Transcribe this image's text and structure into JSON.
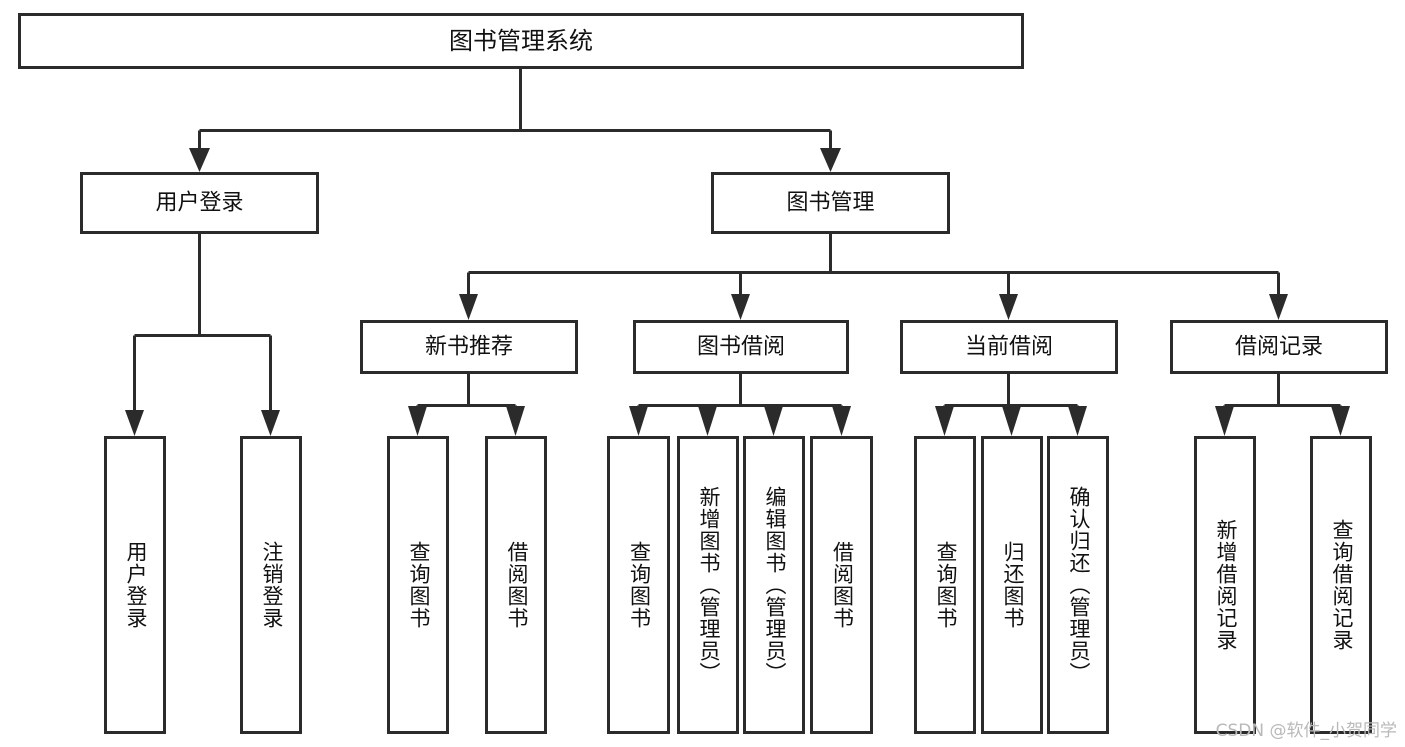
{
  "diagram": {
    "type": "tree",
    "title": "图书管理系统",
    "root": {
      "id": "root",
      "label": "图书管理系统"
    },
    "level2": [
      {
        "id": "user-login",
        "label": "用户登录"
      },
      {
        "id": "book-manage",
        "label": "图书管理"
      }
    ],
    "level3": [
      {
        "id": "new-book-recommend",
        "label": "新书推荐",
        "parent": "book-manage"
      },
      {
        "id": "book-borrow",
        "label": "图书借阅",
        "parent": "book-manage"
      },
      {
        "id": "current-borrow",
        "label": "当前借阅",
        "parent": "book-manage"
      },
      {
        "id": "borrow-record",
        "label": "借阅记录",
        "parent": "book-manage"
      }
    ],
    "leaves": {
      "user-login": [
        {
          "id": "leaf-user-login",
          "label": "用户登录"
        },
        {
          "id": "leaf-user-logout",
          "label": "注销登录"
        }
      ],
      "new-book-recommend": [
        {
          "id": "leaf-query-book-1",
          "label": "查询图书"
        },
        {
          "id": "leaf-borrow-book-1",
          "label": "借阅图书"
        }
      ],
      "book-borrow": [
        {
          "id": "leaf-query-book-2",
          "label": "查询图书"
        },
        {
          "id": "leaf-add-book",
          "label": "新增图书（管理员）"
        },
        {
          "id": "leaf-edit-book",
          "label": "编辑图书（管理员）"
        },
        {
          "id": "leaf-borrow-book-2",
          "label": "借阅图书"
        }
      ],
      "current-borrow": [
        {
          "id": "leaf-query-book-3",
          "label": "查询图书"
        },
        {
          "id": "leaf-return-book",
          "label": "归还图书"
        },
        {
          "id": "leaf-confirm-return",
          "label": "确认归还（管理员）"
        }
      ],
      "borrow-record": [
        {
          "id": "leaf-add-record",
          "label": "新增借阅记录"
        },
        {
          "id": "leaf-query-record",
          "label": "查询借阅记录"
        }
      ]
    }
  },
  "watermark": {
    "text": "CSDN @软件_小贺同学"
  },
  "colors": {
    "stroke": "#2b2b2b",
    "fill": "#ffffff",
    "text": "#111111",
    "watermark": "#b9b9b9"
  }
}
